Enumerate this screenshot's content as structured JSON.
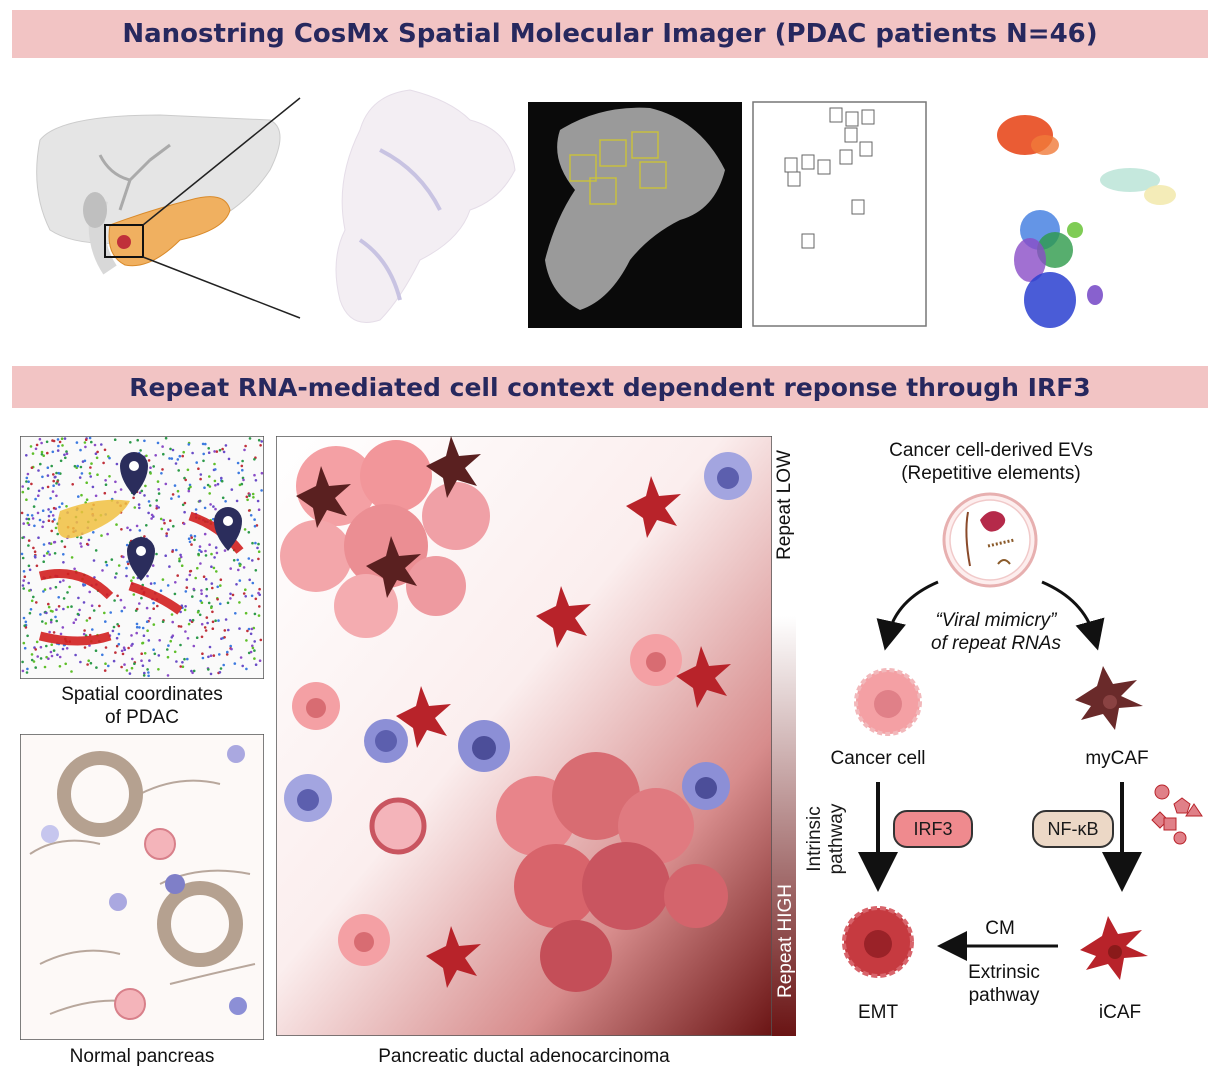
{
  "banners": {
    "top": "Nanostring CosMx Spatial Molecular Imager (PDAC patients N=46)",
    "middle": "Repeat RNA-mediated cell context dependent reponse through IRF3"
  },
  "panels": {
    "spatial_caption_line1": "Spatial coordinates",
    "spatial_caption_line2": "of PDAC",
    "normal_caption": "Normal pancreas",
    "pdac_caption": "Pancreatic ductal adenocarcinoma"
  },
  "gradient": {
    "low": "Repeat LOW",
    "high": "Repeat HIGH"
  },
  "pathway": {
    "evs_line1": "Cancer cell-derived EVs",
    "evs_line2": "(Repetitive elements)",
    "mimicry_line1": "“Viral mimicry”",
    "mimicry_line2": "of repeat RNAs",
    "cancer_cell": "Cancer cell",
    "mycaf": "myCAF",
    "intrinsic_line1": "Intrinsic",
    "intrinsic_line2": "pathway",
    "irf3": "IRF3",
    "nfkb": "NF-κB",
    "cm": "CM",
    "extrinsic_line1": "Extrinsic",
    "extrinsic_line2": "pathway",
    "emt": "EMT",
    "icaf": "iCAF"
  },
  "colors": {
    "banner": "#f2c4c4",
    "banner_text": "#27285e",
    "tumor_pink": "#f4a0a4",
    "caf_dark": "#5a2020",
    "icaf_red": "#b8232a",
    "immune_blue": "#8c8fd6",
    "gradient_dark": "#6a1414"
  }
}
